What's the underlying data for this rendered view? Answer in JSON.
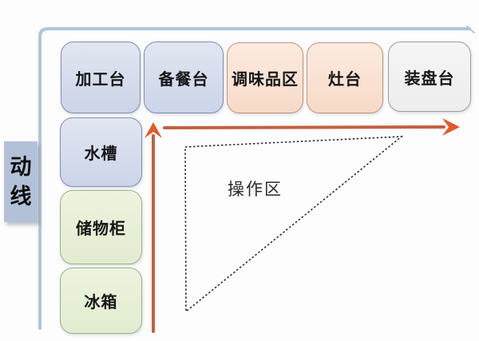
{
  "diagram": {
    "flow_axis_label": "动线",
    "flow_axis_chars": {
      "first": "动",
      "second": "线"
    },
    "work_triangle_label": "操作区",
    "top_row": [
      {
        "id": "processing-station",
        "label": "加工台",
        "variant": "blue"
      },
      {
        "id": "prep-station",
        "label": "备餐台",
        "variant": "blue"
      },
      {
        "id": "seasoning-area",
        "label": "调味品区",
        "variant": "pink"
      },
      {
        "id": "stove",
        "label": "灶台",
        "variant": "pink"
      },
      {
        "id": "plating-station",
        "label": "装盘台",
        "variant": "gray"
      }
    ],
    "left_column": [
      {
        "id": "sink",
        "label": "水槽",
        "variant": "blue"
      },
      {
        "id": "storage-cabinet",
        "label": "储物柜",
        "variant": "green"
      },
      {
        "id": "fridge",
        "label": "冰箱",
        "variant": "green"
      }
    ],
    "colors": {
      "arrow-shaft": "#c26142",
      "arrow-head": "#e25a2a",
      "frame": "#b0c6d6",
      "label_bg": "#b3c1d8",
      "blue_fill_top": "#e2e6f2",
      "blue_fill_bottom": "#ccd4e8",
      "blue_border": "#7e8fb2",
      "pink_fill_top": "#fcebe0",
      "pink_fill_bottom": "#f7dac7",
      "pink_border": "#c6917a",
      "green_fill_top": "#ecf3e0",
      "green_fill_bottom": "#e2eccf",
      "green_border": "#9cb183",
      "gray_fill_top": "#f5f5f5",
      "gray_fill_bottom": "#ededed",
      "gray_border": "#9b9b9b"
    }
  }
}
